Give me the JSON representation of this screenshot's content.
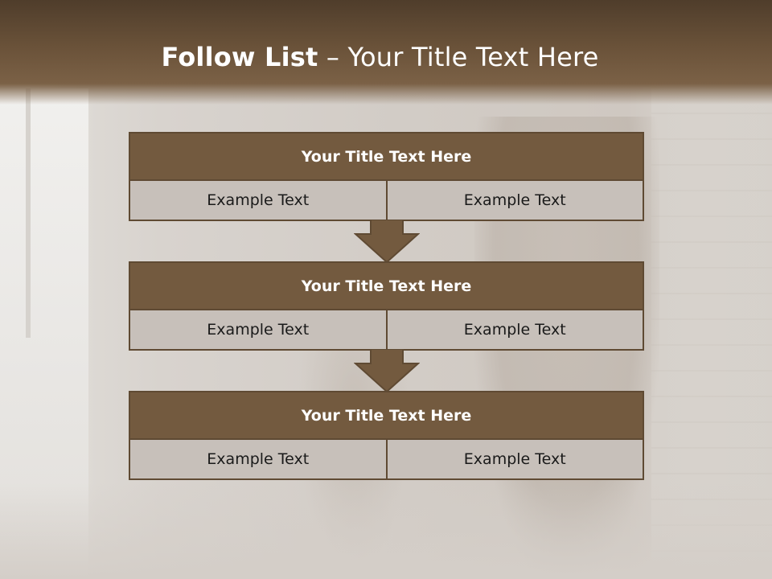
{
  "slide": {
    "title_bold": "Follow List",
    "title_rest": " – Your Title Text Here"
  },
  "blocks": [
    {
      "title": "Your Title Text Here",
      "left": "Example Text",
      "right": "Example Text"
    },
    {
      "title": "Your Title Text Here",
      "left": "Example Text",
      "right": "Example Text"
    },
    {
      "title": "Your Title Text Here",
      "left": "Example Text",
      "right": "Example Text"
    }
  ],
  "colors": {
    "header": "#6a5239",
    "block_head": "#735a3f",
    "cell_bg": "#c7c0ba",
    "border": "#5f4a33"
  },
  "icons": {
    "connector": "down-arrow-icon"
  }
}
